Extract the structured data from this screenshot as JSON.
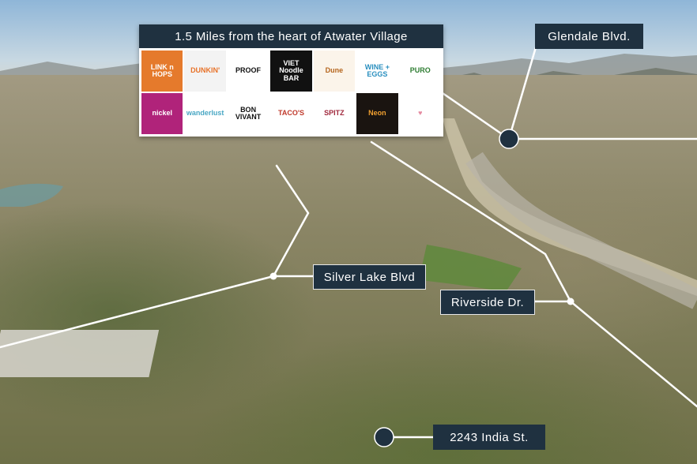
{
  "panel": {
    "title": "1.5 Miles from the heart of Atwater Village",
    "logos": [
      {
        "name": "link-n-hops-logo",
        "text": "LINK n HOPS",
        "bg": "#e57a2c",
        "fg": "#ffffff"
      },
      {
        "name": "dunkin-logo",
        "text": "DUNKIN'",
        "bg": "#f3f3f3",
        "fg": "#e8732a"
      },
      {
        "name": "proof-bakery-logo",
        "text": "PROOF",
        "bg": "#ffffff",
        "fg": "#111111"
      },
      {
        "name": "viet-noodle-bar-logo",
        "text": "VIET Noodle BAR",
        "bg": "#111111",
        "fg": "#ffffff"
      },
      {
        "name": "dune-logo",
        "text": "Dune",
        "bg": "#fbf4ea",
        "fg": "#b5651d"
      },
      {
        "name": "wine-and-eggs-logo",
        "text": "WINE + EGGS",
        "bg": "#ffffff",
        "fg": "#2a8fbf"
      },
      {
        "name": "hi-fi-puro-logo",
        "text": "PURO",
        "bg": "#ffffff",
        "fg": "#2e7d32"
      },
      {
        "name": "nickel-logo",
        "text": "nickel",
        "bg": "#b0237a",
        "fg": "#ffffff"
      },
      {
        "name": "wanderlust-logo",
        "text": "wanderlust",
        "bg": "#ffffff",
        "fg": "#49a7c4"
      },
      {
        "name": "bon-vivant-logo",
        "text": "BON VIVANT",
        "bg": "#ffffff",
        "fg": "#111111"
      },
      {
        "name": "tacos-villa-corona-logo",
        "text": "TACO'S",
        "bg": "#ffffff",
        "fg": "#c0392b"
      },
      {
        "name": "spitz-logo",
        "text": "SPITZ",
        "bg": "#ffffff",
        "fg": "#a0283c"
      },
      {
        "name": "neon-sign-logo",
        "text": "Neon",
        "bg": "#1a1410",
        "fg": "#f0a030"
      },
      {
        "name": "heart-logo",
        "text": "♥",
        "bg": "#ffffff",
        "fg": "#e58aa0"
      }
    ]
  },
  "callouts": {
    "glendale": "Glendale Blvd.",
    "silver_lake": "Silver Lake Blvd",
    "riverside": "Riverside Dr.",
    "property": "2243 India St."
  },
  "colors": {
    "label_bg": "#1f3140",
    "line": "#ffffff",
    "marker": "#1f3140"
  }
}
